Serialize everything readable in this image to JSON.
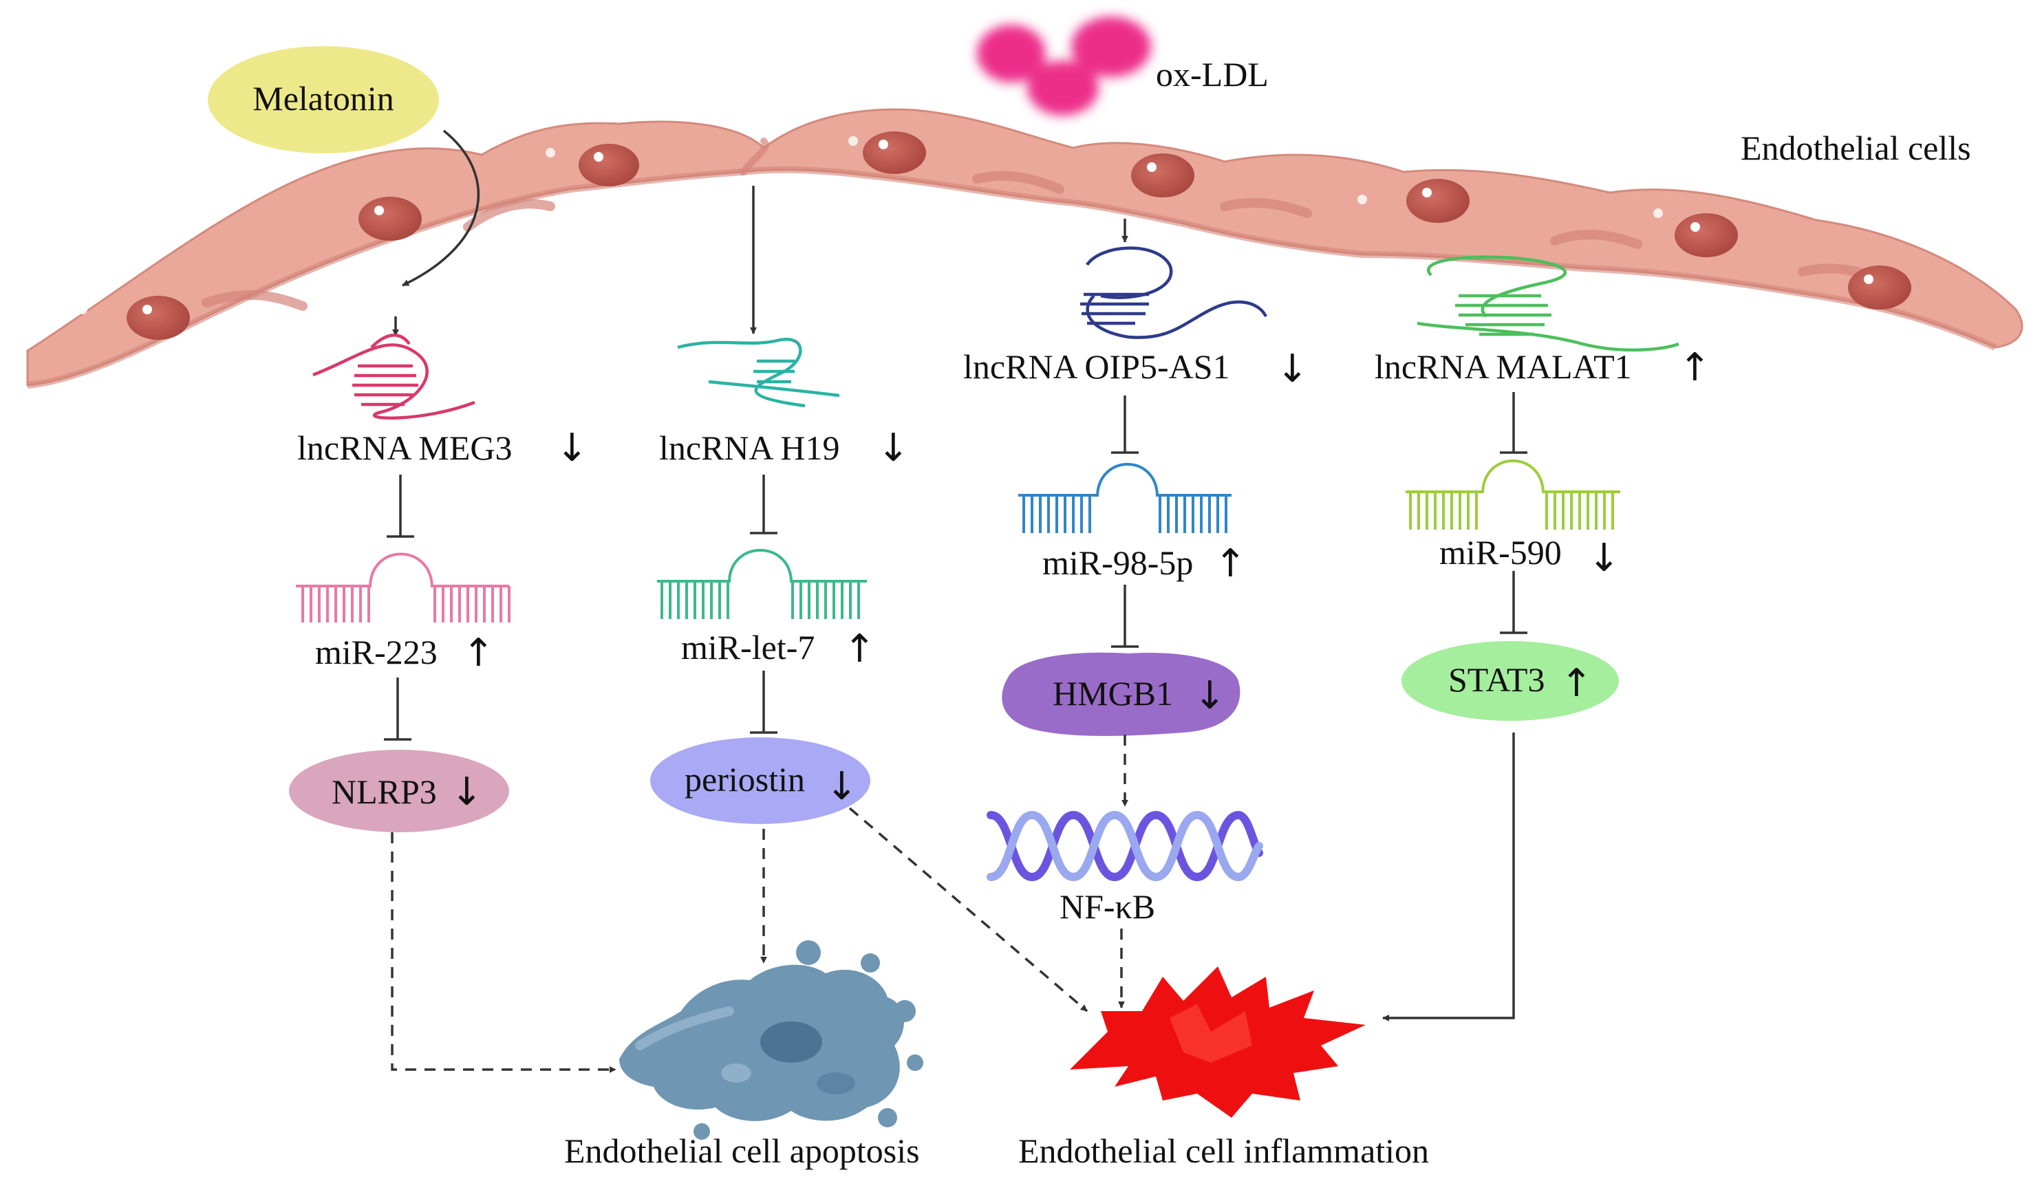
{
  "labels": {
    "melatonin": "Melatonin",
    "oxldl": "ox-LDL",
    "endothelial_cells": "Endothelial cells",
    "meg3": "lncRNA MEG3",
    "h19": "lncRNA H19",
    "oip5": "lncRNA OIP5-AS1",
    "malat1": "lncRNA MALAT1",
    "mir223": "miR-223",
    "mirlet7": "miR-let-7",
    "mir985p": "miR-98-5p",
    "mir590": "miR-590",
    "nlrp3": "NLRP3",
    "periostin": "periostin",
    "hmgb1": "HMGB1",
    "stat3": "STAT3",
    "nfkb": "NF-κB",
    "apoptosis": "Endothelial cell apoptosis",
    "inflammation": "Endothelial cell inflammation"
  },
  "arrows": {
    "up": "↑",
    "down": "↓"
  },
  "colors": {
    "cell_layer": "#e9a89a",
    "nucleus": "#b8524a",
    "melatonin": "#ede98a",
    "oxldl": "#ec2e8a",
    "meg3": "#d9386a",
    "h19": "#2ab3a3",
    "oip5": "#2e3a8a",
    "malat1": "#4cbf5c",
    "mir223": "#e879a3",
    "mirlet7": "#3cb88c",
    "mir985p": "#2f86c8",
    "mir590": "#9ccd3c",
    "nlrp3": "#d9a6bd",
    "periostin": "#a9a9f5",
    "hmgb1": "#9a6cc9",
    "stat3": "#a4ee9e",
    "nfkb": "#6b55e0",
    "apoptosis_cell": "#6f96b2",
    "inflammation": "#ee1010"
  }
}
